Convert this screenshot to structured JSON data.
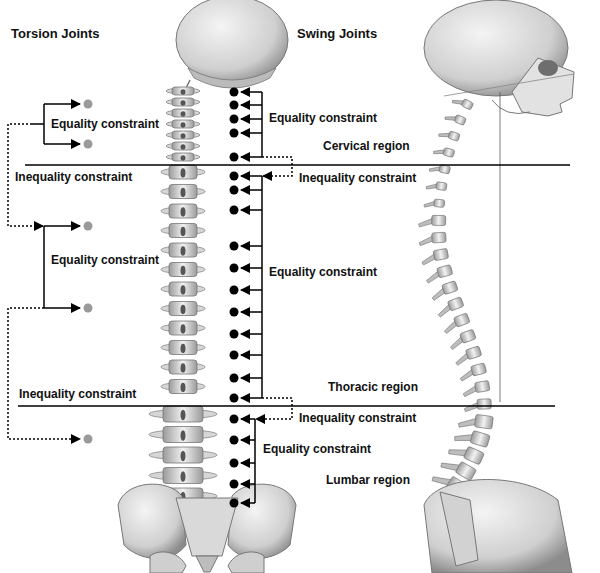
{
  "diagram": {
    "labels": [
      "Torsion Joints",
      "Swing Joints",
      "Equality constraint",
      "Equality constraint",
      "Cervical region",
      "Inequality constraint",
      "Inequality constraint",
      "Equality constraint",
      "Equality constraint",
      "Thoracic region",
      "Inequality constraint",
      "Inequality constraint",
      "Equality constraint",
      "Lumbar region"
    ]
  }
}
